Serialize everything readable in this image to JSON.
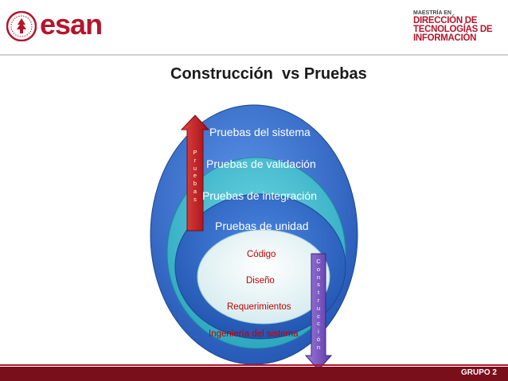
{
  "header": {
    "logo_text": "esan",
    "program_small": "MAESTRÍA EN",
    "program_lines": [
      "DIRECCIÓN DE",
      "TECNOLOGÍAS DE",
      "INFORMACIÓN"
    ]
  },
  "slide": {
    "title": "Construcción  vs Pruebas"
  },
  "diagram": {
    "rings": [
      "Pruebas del sistema",
      "Pruebas de validación",
      "Pruebas de integración",
      "Pruebas de unidad"
    ],
    "stages": [
      "Código",
      "Diseño",
      "Requerimientos",
      "Ingeniería del sistema"
    ],
    "arrow_up_letters": [
      "P",
      "r",
      "u",
      "e",
      "b",
      "a",
      "s"
    ],
    "arrow_down_letters": [
      "C",
      "o",
      "n",
      "s",
      "t",
      "r",
      "u",
      "c",
      "c",
      "i",
      "ó",
      "n"
    ],
    "colors": {
      "outer_ring": "#2f6fcf",
      "middle_ring": "#38b6c9",
      "inner_ring": "#2a63c2",
      "center": "#e6f3f5",
      "arrow_up": "#c4111f",
      "arrow_down": "#7b55c2",
      "brand": "#b5142b"
    }
  },
  "footer": {
    "label": "GRUPO 2"
  }
}
